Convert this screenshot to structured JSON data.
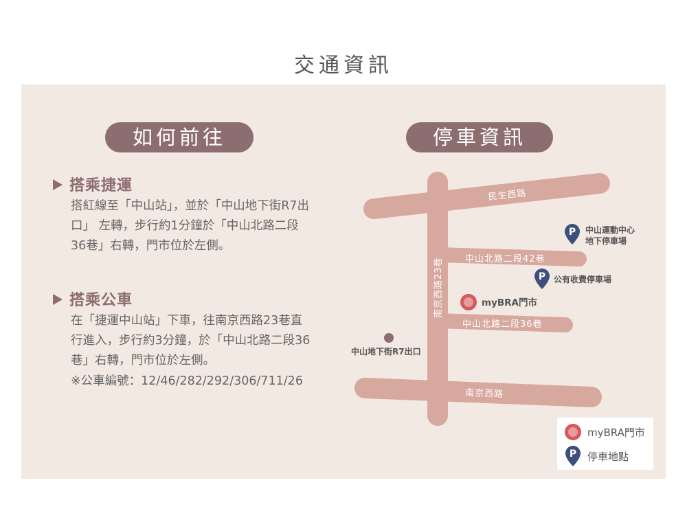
{
  "page_title": "交通資訊",
  "left": {
    "pill_label": "如何前往",
    "mrt": {
      "heading": "搭乘捷運",
      "text": "搭紅線至「中山站」，並於「中山地下街R7出口」 左轉，步行約1分鐘於「中山北路二段36巷」右轉，門市位於左側。"
    },
    "bus": {
      "heading": "搭乘公車",
      "text": "在「捷運中山站」下車，往南京西路23巷直行進入，步行約3分鐘，於「中山北路二段36巷」右轉，門市位於左側。",
      "note": "※公車編號：12/46/282/292/306/711/26"
    }
  },
  "right": {
    "pill_label": "停車資訊",
    "map": {
      "roads": {
        "minsheng": "民生西路",
        "lane42": "中山北路二段42巷",
        "lane36": "中山北路二段36巷",
        "nanjing": "南京西路",
        "lane23": "南京西路23巷"
      },
      "parking_1_line1": "中山運動中心",
      "parking_1_line2": "地下停車場",
      "parking_2": "公有收費停車場",
      "store": "myBRA門市",
      "exit": "中山地下街R7出口"
    },
    "legend": {
      "store": "myBRA門市",
      "parking": "停車地點"
    }
  },
  "colors": {
    "accent": "#8c6d70",
    "panel_bg": "#f3e9e3",
    "road": "#d7a89e",
    "store_red": "#d35a5f",
    "parking_blue": "#3d4f7c"
  },
  "icons": {
    "parking": "P"
  }
}
